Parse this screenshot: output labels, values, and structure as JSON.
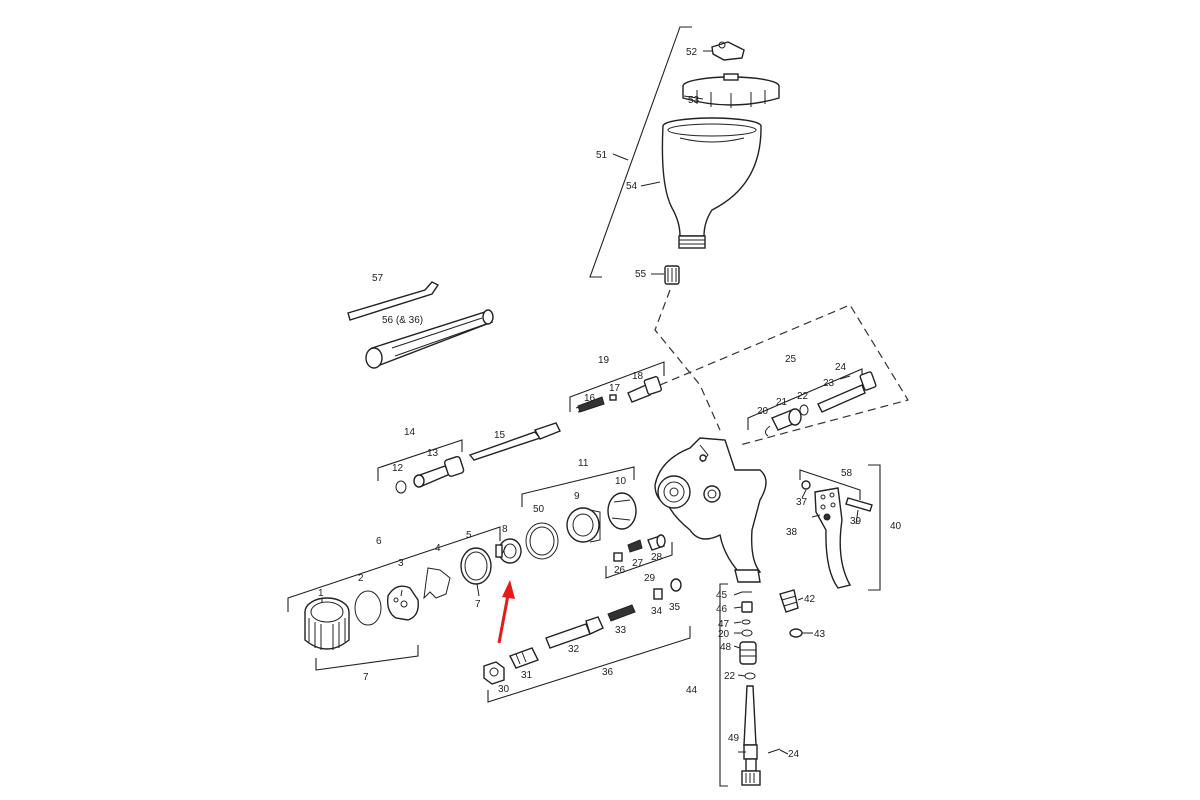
{
  "diagram": {
    "labels": {
      "p1": "1",
      "p2": "2",
      "p3": "3",
      "p4": "4",
      "p5": "5",
      "p6": "6",
      "p7a": "7",
      "p7b": "7",
      "p8": "8",
      "p9": "9",
      "p10": "10",
      "p11": "11",
      "p12": "12",
      "p13": "13",
      "p14": "14",
      "p15": "15",
      "p16": "16",
      "p17": "17",
      "p18": "18",
      "p19": "19",
      "p20a": "20",
      "p20b": "20",
      "p21": "21",
      "p22a": "22",
      "p22b": "22",
      "p23": "23",
      "p24a": "24",
      "p24b": "24",
      "p25": "25",
      "p26": "26",
      "p27": "27",
      "p28": "28",
      "p29": "29",
      "p30": "30",
      "p31": "31",
      "p32": "32",
      "p33": "33",
      "p34": "34",
      "p35": "35",
      "p36": "36",
      "p37": "37",
      "p38": "38",
      "p39": "39",
      "p40": "40",
      "p42": "42",
      "p43": "43",
      "p44": "44",
      "p45": "45",
      "p46": "46",
      "p47": "47",
      "p48": "48",
      "p49": "49",
      "p50": "50",
      "p51": "51",
      "p52": "52",
      "p53": "53",
      "p54": "54",
      "p55": "55",
      "p56": "56 (& 36)",
      "p57": "57",
      "p58": "58"
    },
    "colors": {
      "line": "#222222",
      "highlight_arrow": "#e31b1b",
      "background": "#ffffff"
    }
  }
}
